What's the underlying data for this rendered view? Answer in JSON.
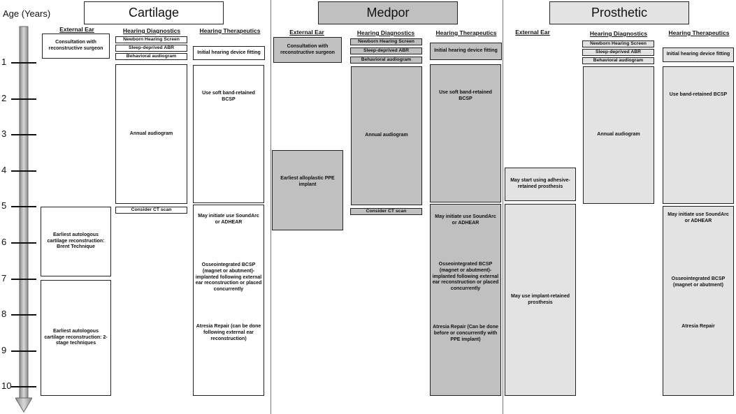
{
  "axis": {
    "title": "Age (Years)",
    "ticks": [
      "1",
      "2",
      "3",
      "4",
      "5",
      "6",
      "7",
      "8",
      "9",
      "10"
    ]
  },
  "sections": {
    "cartilage": {
      "title": "Cartilage",
      "col_external": "External Ear",
      "col_diagnostics": "Hearing Diagnostics",
      "col_therapeutics": "Hearing Therapeutics",
      "ext_consult": "Consultation with reconstructive surgeon",
      "ext_brent": "Earliest autologous cartilage reconstruction: Brent Technique",
      "ext_2stage": "Earliest autologous cartilage reconstruction: 2-stage techniques",
      "diag_newborn": "Newborn Hearing Screen",
      "diag_abr": "Sleep-deprived ABR",
      "diag_behavioral": "Behavioral audiogram",
      "diag_annual": "Annual audiogram",
      "diag_ct": "Consider CT scan",
      "ther_initial": "Initial hearing device fitting",
      "ther_softband": "Use soft band-retained BCSP",
      "ther_soundarc": "May initiate  use SoundArc or ADHEAR",
      "ther_osseo": "Osseointegrated BCSP (magnet or abutment)-implanted following external ear reconstruction or placed concurrently",
      "ther_atresia": "Atresia Repair (can be done following external ear reconstruction)"
    },
    "medpor": {
      "title": "Medpor",
      "col_external": "External Ear",
      "col_diagnostics": "Hearing Diagnostics",
      "col_therapeutics": "Hearing Therapeutics",
      "ext_consult": "Consultation with reconstructive surgeon",
      "ext_ppe": "Earliest alloplastic PPE implant",
      "diag_newborn": "Newborn Hearing Screen",
      "diag_abr": "Sleep-deprived ABR",
      "diag_behavioral": "Behavioral audiogram",
      "diag_annual": "Annual audiogram",
      "diag_ct": "Consider CT scan",
      "ther_initial": "Initial hearing device fitting",
      "ther_softband": "Use soft band-retained BCSP",
      "ther_soundarc": "May initiate  use SoundArc or ADHEAR",
      "ther_osseo": "Osseointegrated BCSP (magnet or abutment)-implanted following external ear reconstruction or placed concurrently",
      "ther_atresia": "Atresia Repair (Can be done before or concurrently with PPE implant)"
    },
    "prosthetic": {
      "title": "Prosthetic",
      "col_external": "External Ear",
      "col_diagnostics": "Hearing Diagnostics",
      "col_therapeutics": "Hearing Therapeutics",
      "ext_adhesive": "May start using adhesive-retained prosthesis",
      "ext_implant": "May use implant-retained prosthesis",
      "diag_newborn": "Newborn Hearing Screen",
      "diag_abr": "Sleep-deprived ABR",
      "diag_behavioral": "Behavioral audiogram",
      "diag_annual": "Annual audiogram",
      "ther_initial": "Initial hearing device fitting",
      "ther_band": "Use band-retained BCSP",
      "ther_soundarc": "May initiate  use SoundArc or ADHEAR",
      "ther_osseo": "Osseointegrated BCSP (magnet or abutment)",
      "ther_atresia": "Atresia Repair"
    }
  },
  "colors": {
    "medpor_fill": "#c0c0c0",
    "prosthetic_fill": "#e3e3e3",
    "cartilage_fill": "#ffffff"
  }
}
